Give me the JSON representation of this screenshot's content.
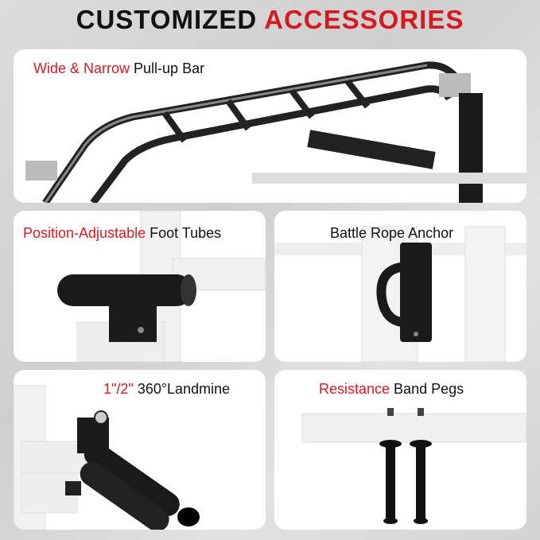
{
  "title": {
    "part1": "CUSTOMIZED",
    "part2": "ACCESSORIES"
  },
  "panels": [
    {
      "highlight": "Wide & Narrow",
      "rest": " Pull-up Bar"
    },
    {
      "highlight": "Position-Adjustable",
      "rest": " Foot Tubes"
    },
    {
      "highlight": "",
      "rest": "Battle Rope Anchor"
    },
    {
      "highlight": "1\"/2\"",
      "rest": " 360°Landmine"
    },
    {
      "highlight": "Resistance",
      "rest": " Band Pegs"
    }
  ],
  "colors": {
    "accent": "#d71920",
    "text": "#111111"
  }
}
